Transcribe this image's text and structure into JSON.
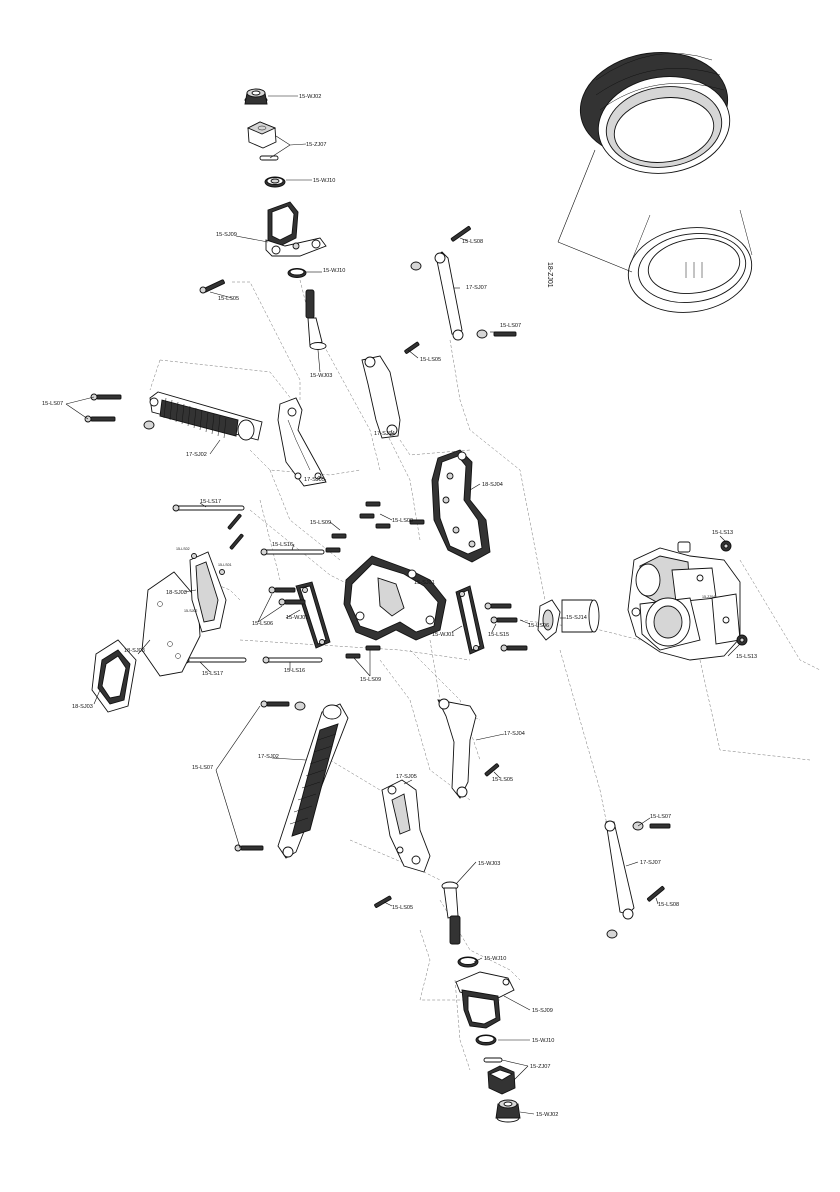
{
  "labels": {
    "wj02_top": "15-WJ02",
    "zj07_top": "15-ZJ07",
    "wj10_top": "15-WJ10",
    "sj09_top": "15-SJ09",
    "wj10_mid": "15-WJ10",
    "ls08_top": "15-LS08",
    "sj07_top": "17-SJ07",
    "ls05_a": "15-LS05",
    "ls07_tr": "15-LS07",
    "wj03_top": "15-WJ03",
    "ls05_b": "15-LS05",
    "zj01": "18-ZJ01",
    "ls07_left": "15-LS07",
    "sj02_top": "17-SJ02",
    "sj04_top": "17-SJ04",
    "sj05_top": "17-SJ05",
    "sj04_18": "18-SJ04",
    "ls17_top": "15-LS17",
    "ls09_a": "15-LS09",
    "ls09_b": "15-LS09",
    "ls16_top": "15-LS16",
    "sj03_small": "18-SJ03",
    "ls02_tiny": "15-LS02",
    "sj02_tiny": "15-SJ02",
    "ls01_tiny": "15-LS01",
    "sj01_center": "15-SJ01",
    "ls06_left": "15-LS06",
    "wj01_left": "15-WJ01",
    "wj01_right": "15-WJ01",
    "ls15": "15-LS15",
    "ls06_right": "15-LS06",
    "sj14": "15-SJ14",
    "zj04": "15-ZJ04",
    "ls13_top": "15-LS13",
    "ls13_bottom": "15-LS13",
    "sj03_plate": "18-SJ03",
    "sj03_bottom": "18-SJ03",
    "ls17_bottom": "15-LS17",
    "ls16_bottom": "15-LS16",
    "ls09_bottom": "15-LS09",
    "sj04_bottom": "17-SJ04",
    "ls05_c": "15-LS05",
    "ls07_bl": "15-LS07",
    "sj02_bottom": "17-SJ02",
    "sj05_bottom": "17-SJ05",
    "ls07_br": "15-LS07",
    "sj07_bottom": "17-SJ07",
    "ls08_bottom": "15-LS08",
    "wj03_bottom": "15-WJ03",
    "ls05_d": "15-LS05",
    "wj10_bottom": "15-WJ10",
    "sj09_bottom": "15-SJ09",
    "wj10_low": "15-WJ10",
    "zj07_bottom": "15-ZJ07",
    "wj02_bottom": "15-WJ02"
  }
}
